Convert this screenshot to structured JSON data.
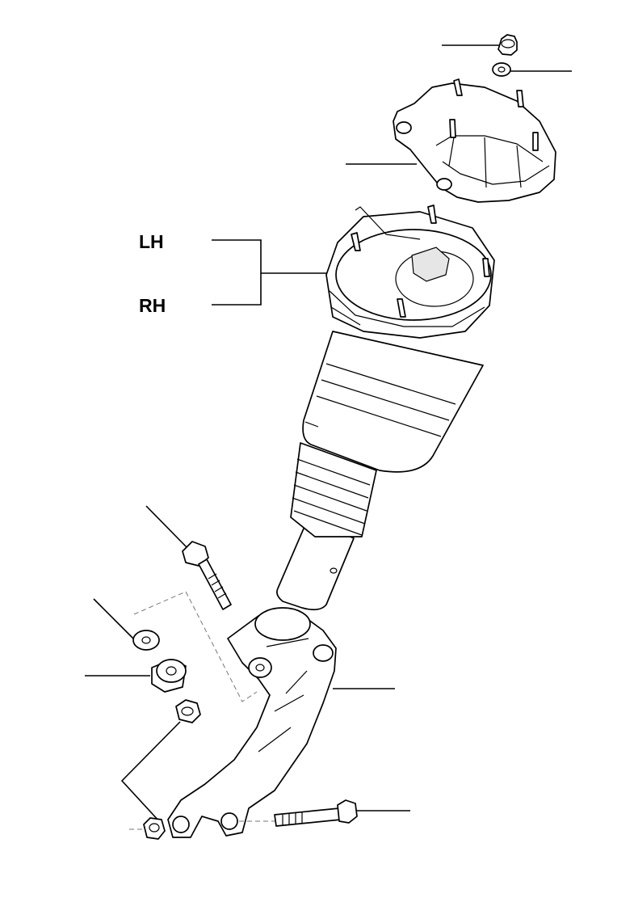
{
  "labels": {
    "lh": "LH",
    "rh": "RH"
  },
  "parts": [
    "top-nut",
    "washer",
    "top-mount",
    "air-spring-strut",
    "upper-bolt",
    "thin-washer",
    "thick-spacer",
    "fork-nut",
    "fork-lower-arm",
    "lower-nut",
    "lower-bolt"
  ]
}
